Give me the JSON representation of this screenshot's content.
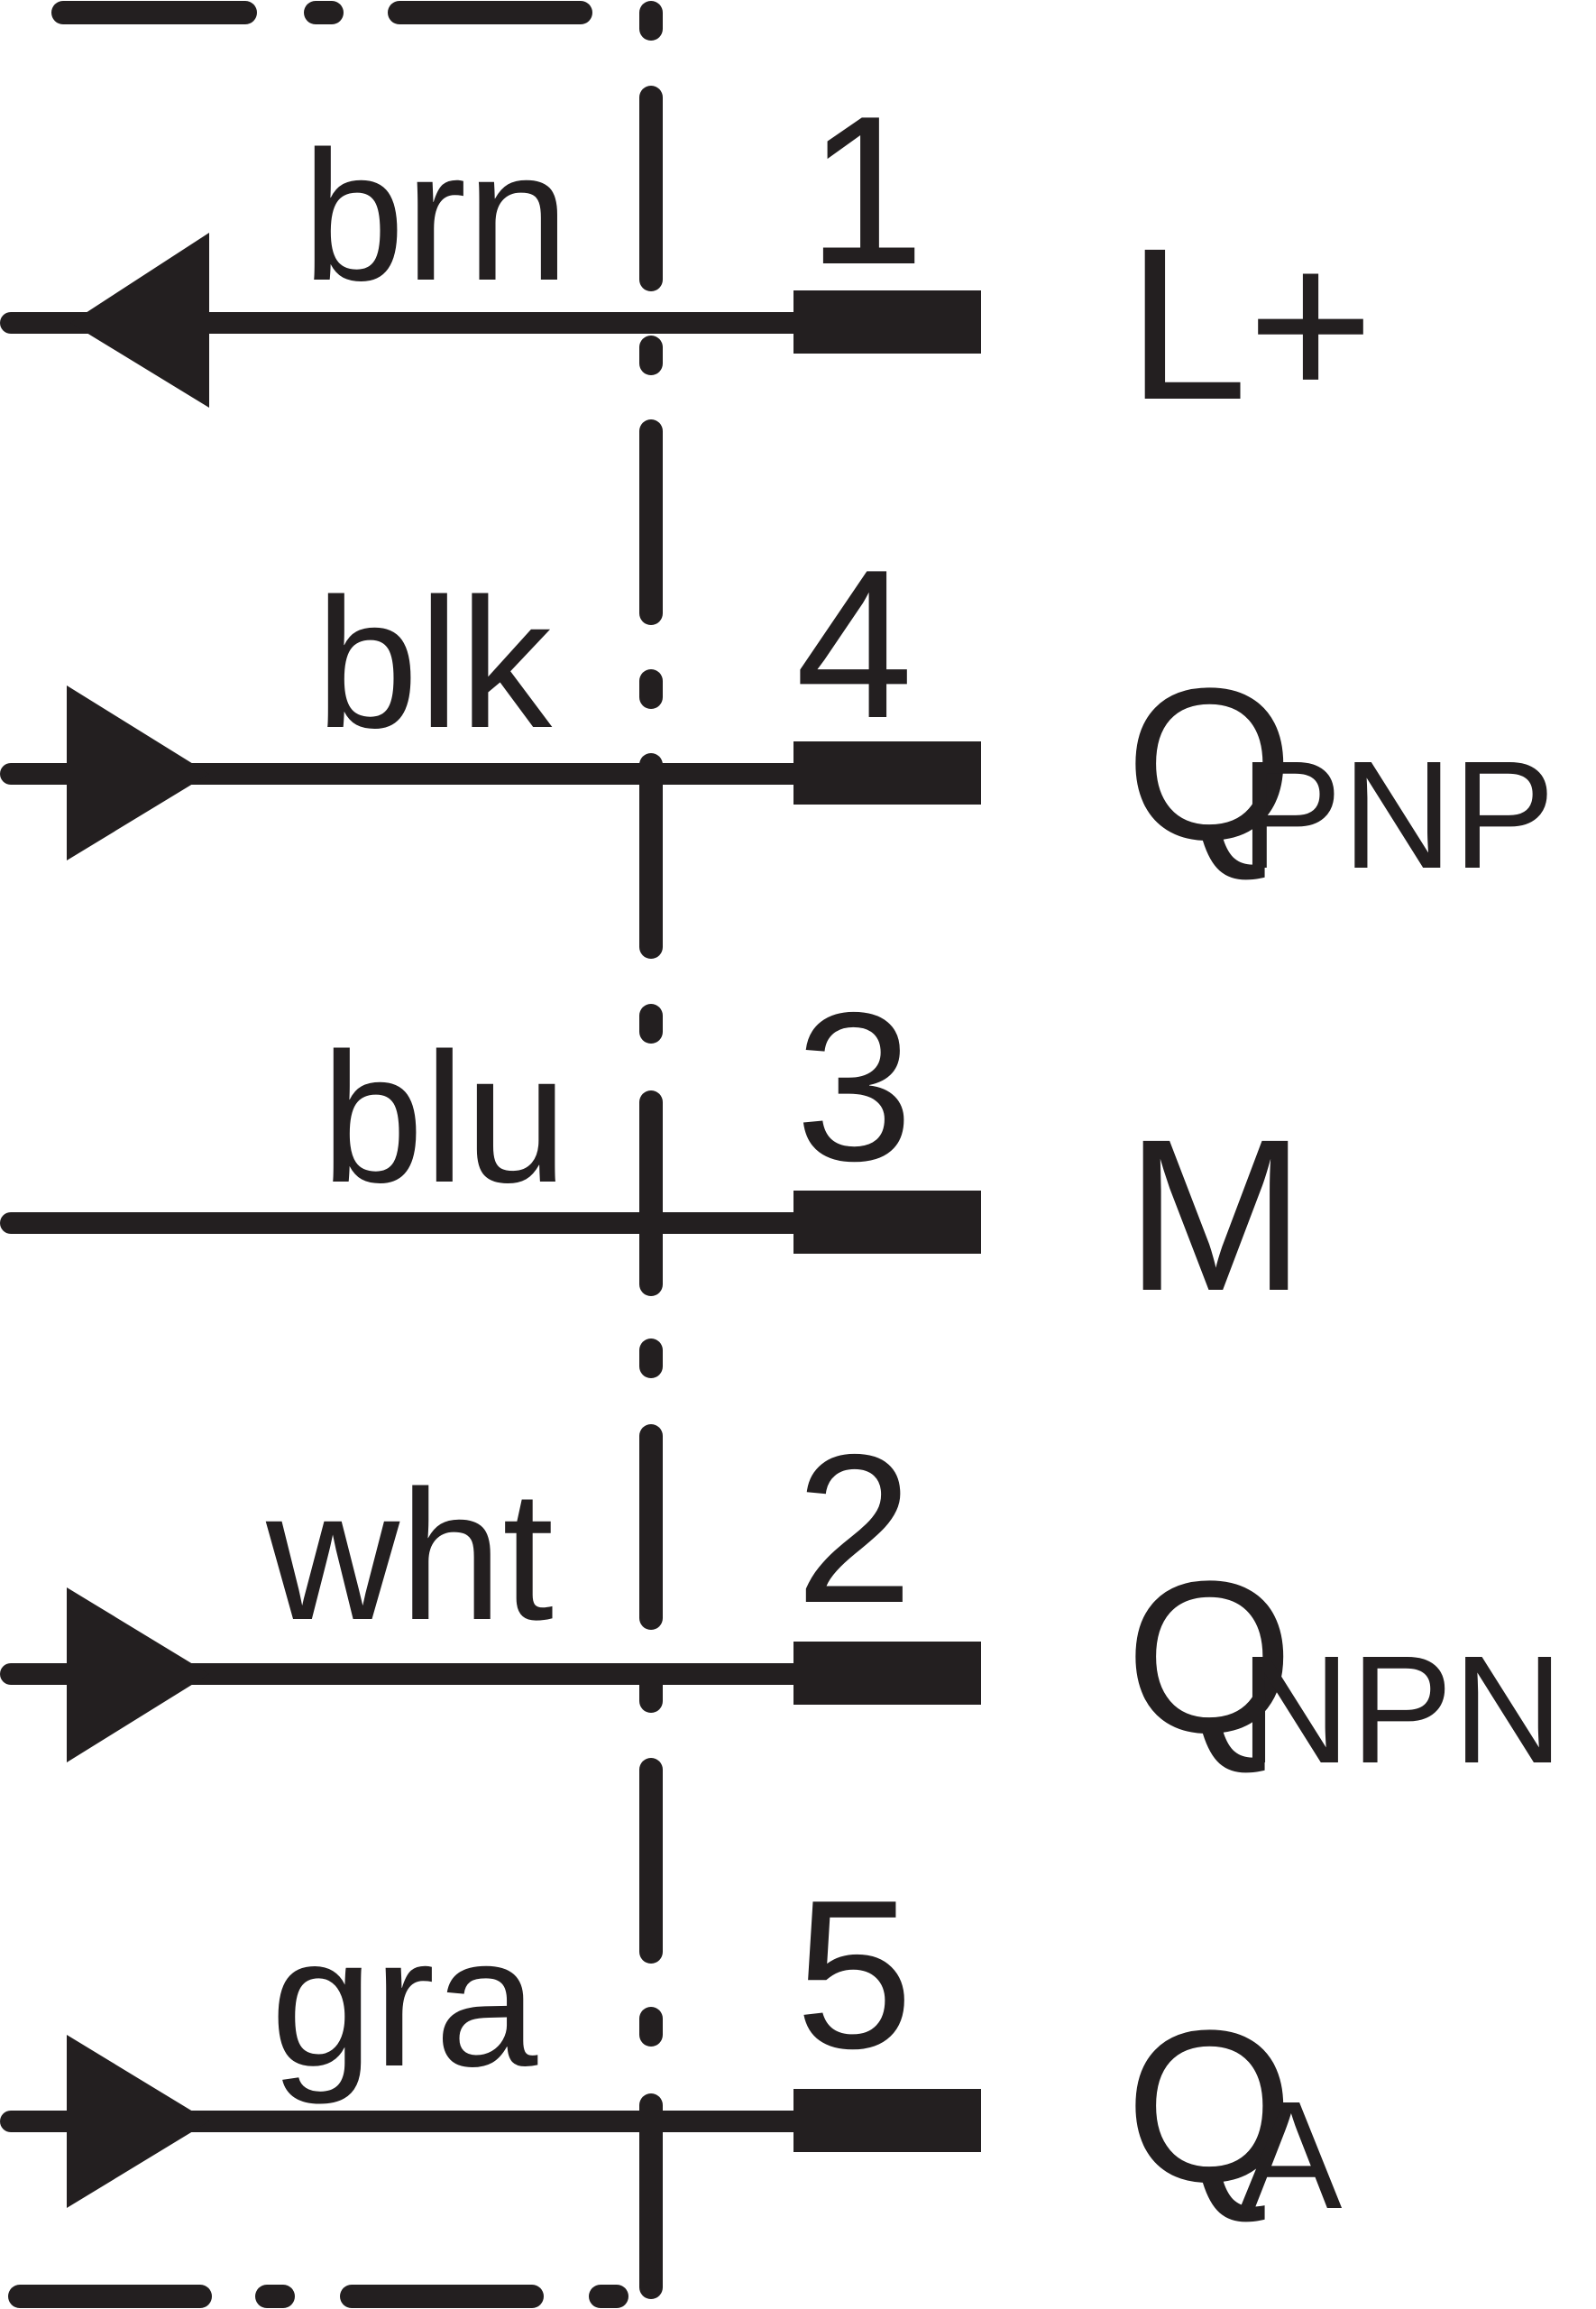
{
  "colors": {
    "ink": "#231f20",
    "background": "#ffffff"
  },
  "terminals": [
    {
      "wire_color": "brn",
      "pin": "1",
      "signal": "L",
      "signal_suffix": "+",
      "arrow": "left-filled"
    },
    {
      "wire_color": "blk",
      "pin": "4",
      "signal": "Q",
      "signal_sub": "PNP",
      "arrow": "right-filled"
    },
    {
      "wire_color": "blu",
      "pin": "3",
      "signal": "M",
      "signal_sub": "",
      "arrow": "none"
    },
    {
      "wire_color": "wht",
      "pin": "2",
      "signal": "Q",
      "signal_sub": "NPN",
      "arrow": "right-filled"
    },
    {
      "wire_color": "gra",
      "pin": "5",
      "signal": "Q",
      "signal_sub": "A",
      "arrow": "right-filled"
    }
  ]
}
